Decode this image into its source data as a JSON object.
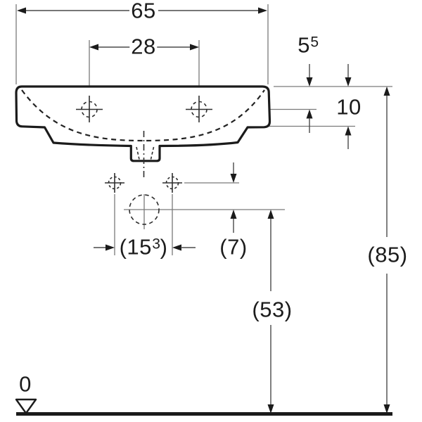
{
  "drawing": {
    "kind": "washbasin front elevation dimension drawing",
    "colors": {
      "background": "#ffffff",
      "outline": "#1b1b1b",
      "thin_line": "#7a7a7a",
      "dimension_line": "#4a4a4a",
      "text": "#1c1c1c"
    }
  },
  "dimensions": {
    "overall_width": "65",
    "tap_hole_spacing": "28",
    "tap_depth_base": "5",
    "tap_depth_sup": "5",
    "front_rim_height": "10",
    "supply_spacing_pre": "(15",
    "supply_spacing_sup": "3",
    "supply_spacing_post": ")",
    "supply_to_drain": "(7)",
    "drain_above_floor": "(53)",
    "rim_above_floor": "(85)",
    "datum_level": "0"
  }
}
